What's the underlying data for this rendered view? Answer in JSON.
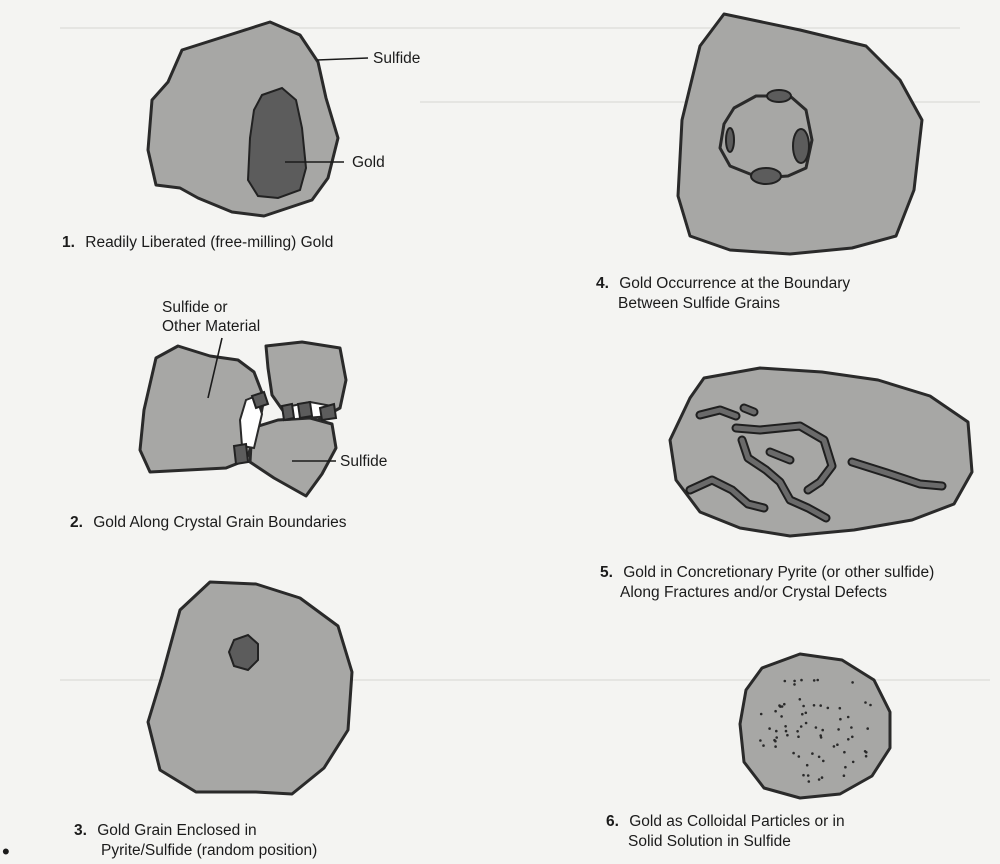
{
  "diagram": {
    "panels": [
      {
        "number": "1.",
        "caption_lines": [
          "Readily Liberated (free-milling) Gold"
        ],
        "labels": [
          "Sulfide",
          "Gold"
        ]
      },
      {
        "number": "2.",
        "caption_lines": [
          "Gold Along Crystal Grain Boundaries"
        ],
        "labels": [
          "Sulfide or",
          "Other Material",
          "Sulfide"
        ]
      },
      {
        "number": "3.",
        "caption_lines": [
          "Gold Grain Enclosed in",
          "Pyrite/Sulfide (random position)"
        ],
        "labels": []
      },
      {
        "number": "4.",
        "caption_lines": [
          "Gold Occurrence at the Boundary",
          "Between Sulfide Grains"
        ],
        "labels": []
      },
      {
        "number": "5.",
        "caption_lines": [
          "Gold in Concretionary Pyrite (or other sulfide)",
          "Along Fractures and/or Crystal Defects"
        ],
        "labels": []
      },
      {
        "number": "6.",
        "caption_lines": [
          "Gold as Colloidal Particles or in",
          "Solid Solution in Sulfide"
        ],
        "labels": []
      }
    ],
    "colors": {
      "sulfide_fill": "#a7a7a5",
      "gold_fill": "#5c5c5c",
      "outline": "#2a2a2a",
      "background": "#f4f4f2"
    }
  },
  "list_marker": "•"
}
